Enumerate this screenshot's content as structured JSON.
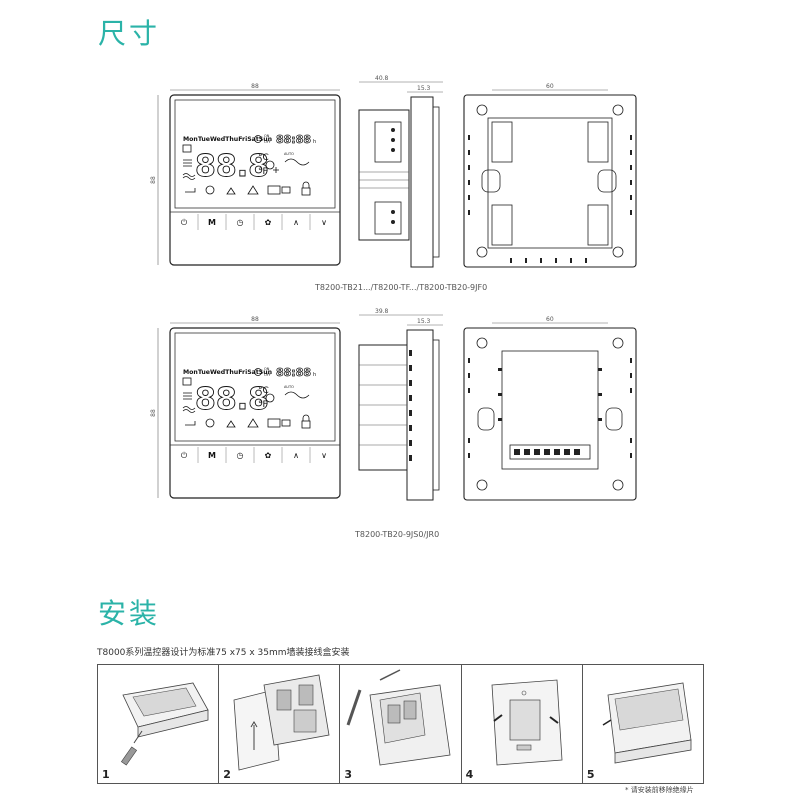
{
  "sections": {
    "dimensions_title": "尺寸",
    "install_title": "安装"
  },
  "lcd": {
    "days": "MonTueWedThuFriSatSun",
    "on": "ON",
    "off": "OFF",
    "digits_main": "88.8",
    "digits_clock": "88:88",
    "unit_c": "°C",
    "unit_f": "°F",
    "auto": "AUTO",
    "h": "h"
  },
  "buttons": [
    "⏻",
    "M",
    "◷",
    "✿",
    "∧",
    "∨"
  ],
  "drawing1": {
    "front_width": "88",
    "front_height": "88",
    "side_depth": "40.8",
    "side_inner": "15.3",
    "back_width": "60",
    "caption": "T8200-TB21.../T8200-TF.../T8200-TB20-9JF0"
  },
  "drawing2": {
    "front_width": "88",
    "front_height": "88",
    "side_depth": "39.8",
    "side_inner": "15.3",
    "back_width": "60",
    "caption": "T8200-TB20-9JS0/JR0"
  },
  "install": {
    "intro": "T8000系列温控器设计为标准75 x75 x 35mm墙装接线盒安装",
    "steps": [
      "1",
      "2",
      "3",
      "4",
      "5"
    ],
    "note": "* 请安装前移除绝缘片"
  }
}
